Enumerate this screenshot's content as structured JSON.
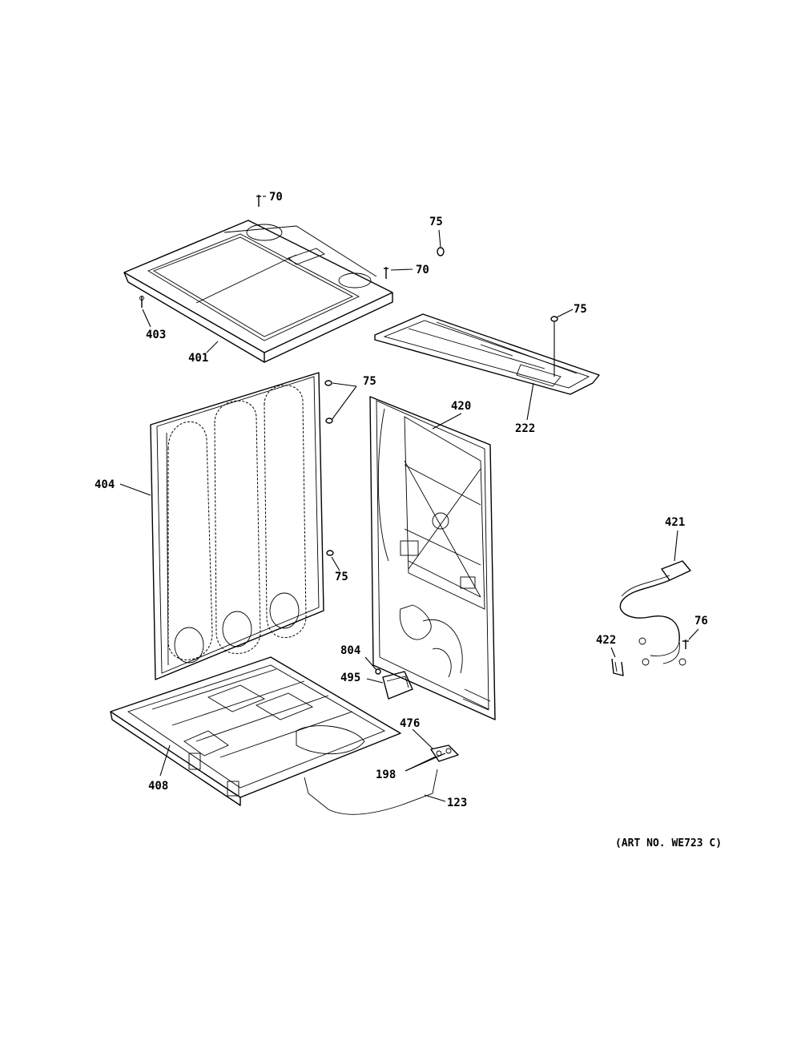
{
  "labels": {
    "l70a": "70",
    "l75a": "75",
    "l70b": "70",
    "l75b": "75",
    "l403": "403",
    "l401": "401",
    "l222": "222",
    "l75c": "75",
    "l420": "420",
    "l404": "404",
    "l75d": "75",
    "l421": "421",
    "l76": "76",
    "l422": "422",
    "l804": "804",
    "l495": "495",
    "l476": "476",
    "l198": "198",
    "l123": "123",
    "l408": "408"
  },
  "art_number": "(ART NO. WE723 C)"
}
